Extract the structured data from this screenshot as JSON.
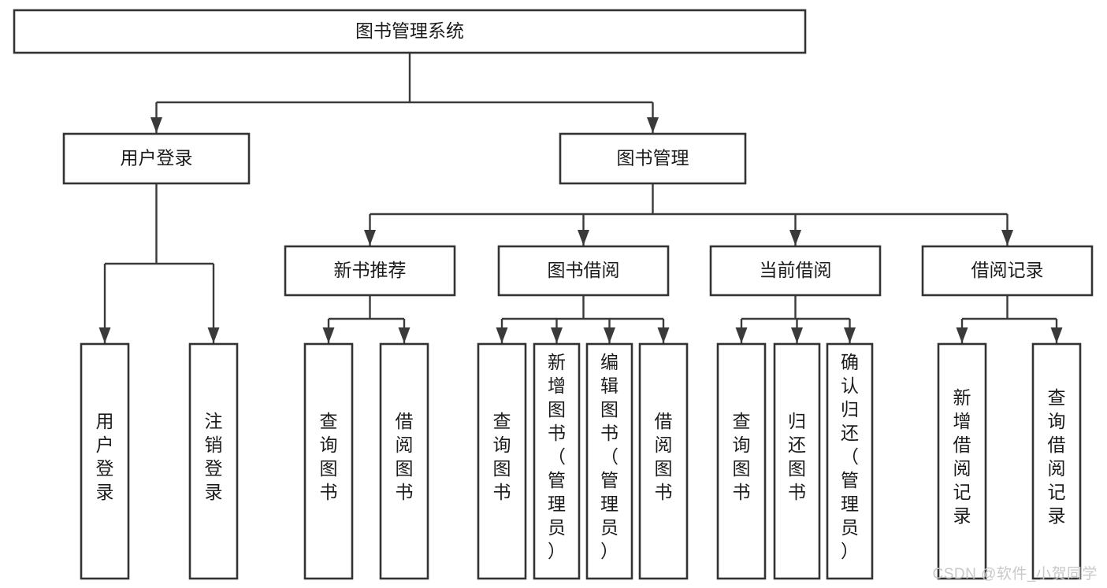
{
  "diagram": {
    "type": "tree-hierarchy",
    "title": "图书管理系统",
    "orientation": "top-down",
    "colors": {
      "box_fill": "#ffffff",
      "box_stroke": "#333333",
      "connector": "#3a3a3a",
      "text": "#1b1b1b",
      "watermark": "#c9c9c9",
      "background": "#ffffff"
    },
    "levels": [
      {
        "level": 0,
        "nodes": [
          {
            "id": "root",
            "label": "图书管理系统",
            "orientation": "horizontal"
          }
        ]
      },
      {
        "level": 1,
        "nodes": [
          {
            "id": "login",
            "label": "用户登录",
            "orientation": "horizontal",
            "parent": "root"
          },
          {
            "id": "bookmgmt",
            "label": "图书管理",
            "orientation": "horizontal",
            "parent": "root"
          }
        ]
      },
      {
        "level": 2,
        "nodes": [
          {
            "id": "newbook",
            "label": "新书推荐",
            "orientation": "horizontal",
            "parent": "bookmgmt"
          },
          {
            "id": "borrow",
            "label": "图书借阅",
            "orientation": "horizontal",
            "parent": "bookmgmt"
          },
          {
            "id": "current",
            "label": "当前借阅",
            "orientation": "horizontal",
            "parent": "bookmgmt"
          },
          {
            "id": "records",
            "label": "借阅记录",
            "orientation": "horizontal",
            "parent": "bookmgmt"
          }
        ]
      },
      {
        "level": 3,
        "nodes": [
          {
            "id": "leaf1",
            "label": "用户登录",
            "orientation": "vertical",
            "parent": "login"
          },
          {
            "id": "leaf2",
            "label": "注销登录",
            "orientation": "vertical",
            "parent": "login"
          },
          {
            "id": "leaf3",
            "label": "查询图书",
            "orientation": "vertical",
            "parent": "newbook"
          },
          {
            "id": "leaf4",
            "label": "借阅图书",
            "orientation": "vertical",
            "parent": "newbook"
          },
          {
            "id": "leaf5",
            "label": "查询图书",
            "orientation": "vertical",
            "parent": "borrow"
          },
          {
            "id": "leaf6",
            "label": "新增图书（管理员）",
            "orientation": "vertical",
            "parent": "borrow"
          },
          {
            "id": "leaf7",
            "label": "编辑图书（管理员）",
            "orientation": "vertical",
            "parent": "borrow"
          },
          {
            "id": "leaf8",
            "label": "借阅图书",
            "orientation": "vertical",
            "parent": "borrow"
          },
          {
            "id": "leaf9",
            "label": "查询图书",
            "orientation": "vertical",
            "parent": "current"
          },
          {
            "id": "leaf10",
            "label": "归还图书",
            "orientation": "vertical",
            "parent": "current"
          },
          {
            "id": "leaf11",
            "label": "确认归还（管理员）",
            "orientation": "vertical",
            "parent": "current"
          },
          {
            "id": "leaf12",
            "label": "新增借阅记录",
            "orientation": "vertical",
            "parent": "records"
          },
          {
            "id": "leaf13",
            "label": "查询借阅记录",
            "orientation": "vertical",
            "parent": "records"
          }
        ]
      }
    ]
  },
  "watermark": {
    "text": "CSDN @软件_小贺同学"
  }
}
